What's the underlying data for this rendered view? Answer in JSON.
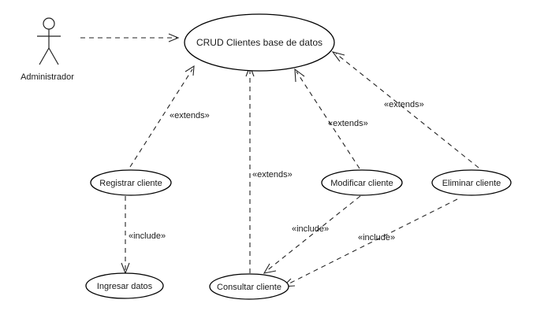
{
  "actor": {
    "name": "Administrador"
  },
  "use_cases": {
    "main": "CRUD Clientes base de datos",
    "registrar": "Registrar cliente",
    "ingresar": "Ingresar datos",
    "consultar": "Consultar cliente",
    "modificar": "Modificar cliente",
    "eliminar": "Eliminar cliente"
  },
  "stereotypes": {
    "extends_registrar": "«extends»",
    "extends_consultar": "«extends»",
    "extends_modificar": "«extends»",
    "extends_eliminar": "«extends»",
    "include_registrar": "«include»",
    "include_modificar": "«include»",
    "include_eliminar": "«include»"
  }
}
